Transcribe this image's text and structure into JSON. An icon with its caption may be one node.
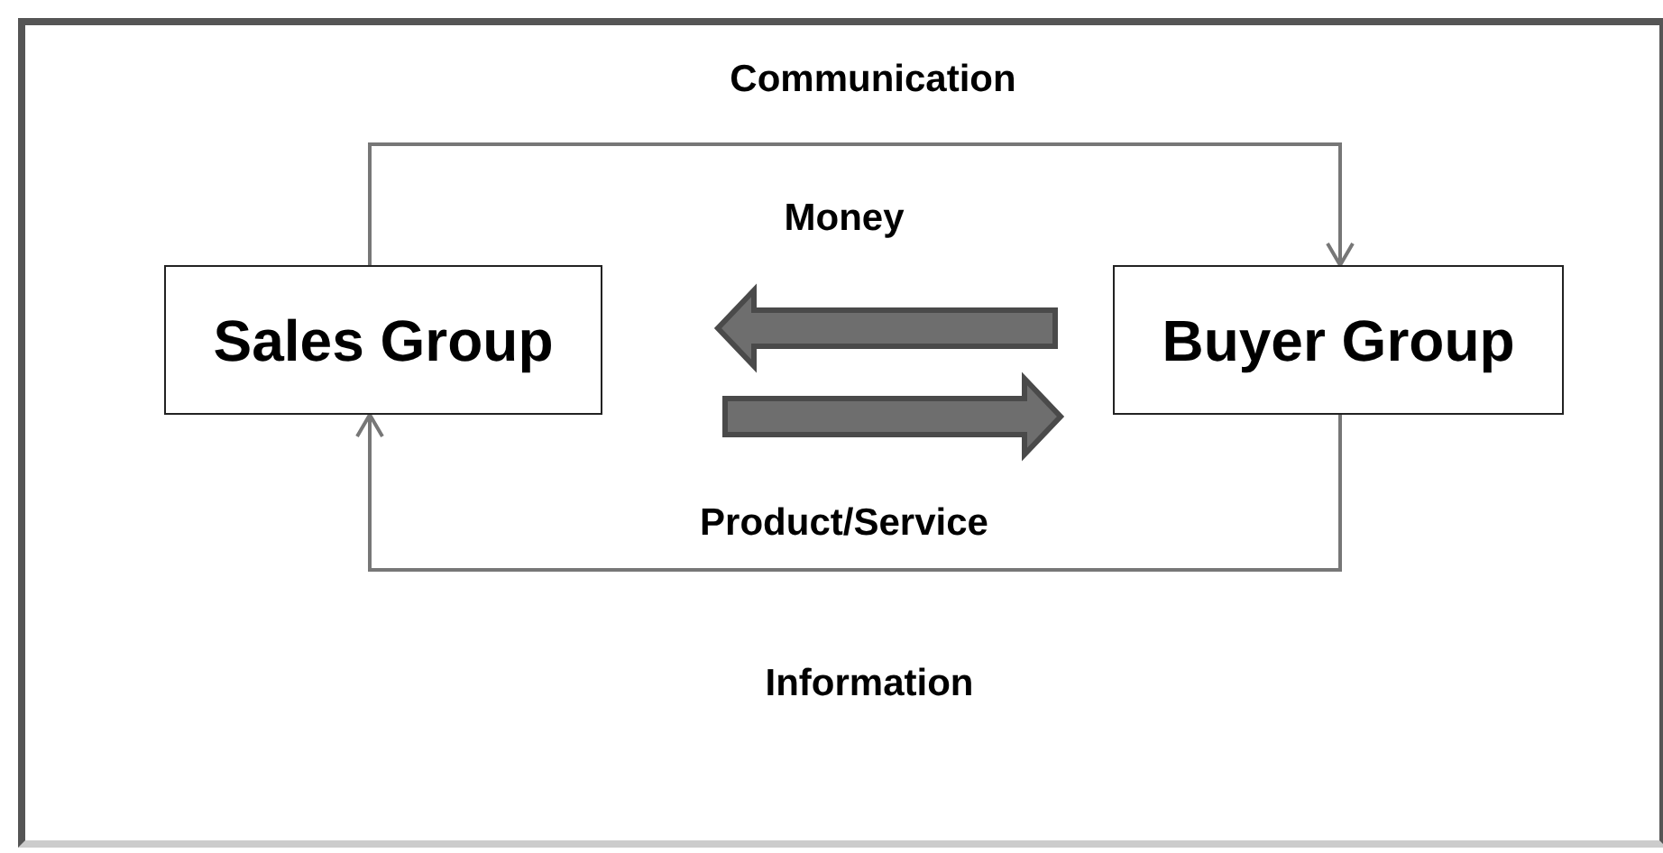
{
  "diagram": {
    "nodes": [
      {
        "text": [
          "Sales Group"
        ]
      },
      {
        "text": [
          "Buyer Group"
        ]
      }
    ],
    "edges": [
      {
        "from": 0,
        "to": 1,
        "arrow": "to",
        "label": "Communication"
      },
      {
        "from": 1,
        "to": 0,
        "arrow": "to",
        "label": "Money",
        "style": "thick"
      },
      {
        "from": 0,
        "to": 1,
        "arrow": "to",
        "label": "Product/Service",
        "style": "thick"
      },
      {
        "from": 1,
        "to": 0,
        "arrow": "to",
        "label": "Information"
      }
    ]
  }
}
